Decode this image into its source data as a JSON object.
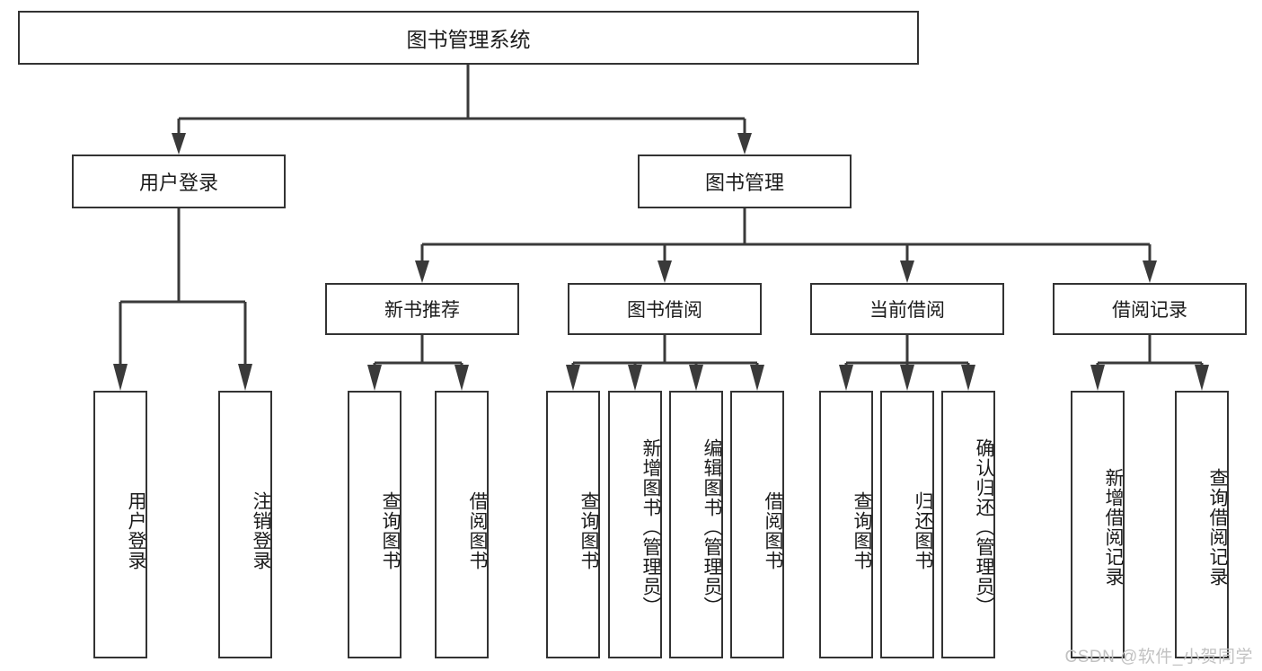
{
  "diagram": {
    "title": "图书管理系统",
    "type": "tree-hierarchy-chart",
    "root": {
      "label": "图书管理系统"
    },
    "level2": [
      {
        "label": "用户登录"
      },
      {
        "label": "图书管理"
      }
    ],
    "level3": [
      {
        "label": "新书推荐"
      },
      {
        "label": "图书借阅"
      },
      {
        "label": "当前借阅"
      },
      {
        "label": "借阅记录"
      }
    ],
    "leaves": {
      "user_login": [
        {
          "label": "用户登录"
        },
        {
          "label": "注销登录"
        }
      ],
      "new_book_recommend": [
        {
          "label": "查询图书"
        },
        {
          "label": "借阅图书"
        }
      ],
      "book_borrow": [
        {
          "label": "查询图书"
        },
        {
          "label": "新增图书（管理员）"
        },
        {
          "label": "编辑图书（管理员）"
        },
        {
          "label": "借阅图书"
        }
      ],
      "current_borrow": [
        {
          "label": "查询图书"
        },
        {
          "label": "归还图书"
        },
        {
          "label": "确认归还（管理员）"
        }
      ],
      "borrow_record": [
        {
          "label": "新增借阅记录"
        },
        {
          "label": "查询借阅记录"
        }
      ]
    }
  },
  "watermark": {
    "text": "CSDN @软件_小贺同学"
  },
  "colors": {
    "box_border": "#333333",
    "connector": "#3a3a3a",
    "text": "#1b1b1b",
    "background": "#ffffff",
    "watermark": "#c2c2c2"
  }
}
